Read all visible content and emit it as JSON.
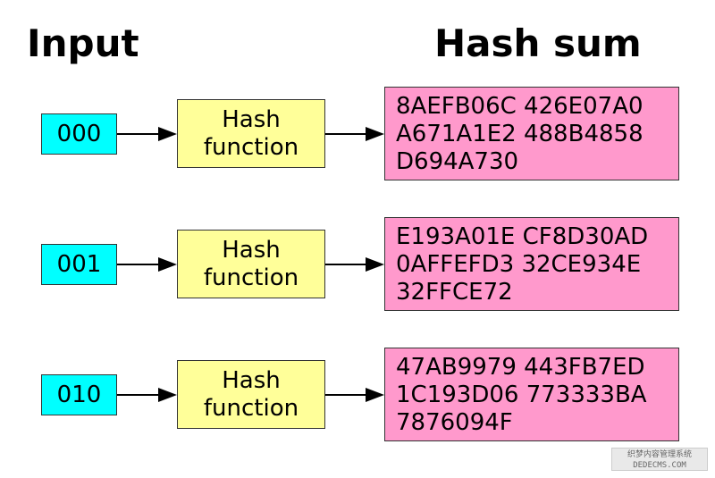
{
  "headings": {
    "input": "Input",
    "hash_sum": "Hash sum"
  },
  "rows": [
    {
      "input": "000",
      "function_label": [
        "Hash",
        "function"
      ],
      "hash_lines": [
        "8AEFB06C 426E07A0",
        "A671A1E2 488B4858",
        "D694A730"
      ]
    },
    {
      "input": "001",
      "function_label": [
        "Hash",
        "function"
      ],
      "hash_lines": [
        "E193A01E CF8D30AD",
        "0AFFEFD3 32CE934E",
        "32FFCE72"
      ]
    },
    {
      "input": "010",
      "function_label": [
        "Hash",
        "function"
      ],
      "hash_lines": [
        "47AB9979 443FB7ED",
        "1C193D06 773333BA",
        "7876094F"
      ]
    }
  ],
  "watermark": {
    "line1": "织梦内容管理系统",
    "line2": "DEDECMS.COM"
  },
  "colors": {
    "input_fill": "#00ffff",
    "function_fill": "#ffff99",
    "hash_fill": "#ff99cc",
    "outline": "#333333",
    "arrow": "#000000"
  }
}
